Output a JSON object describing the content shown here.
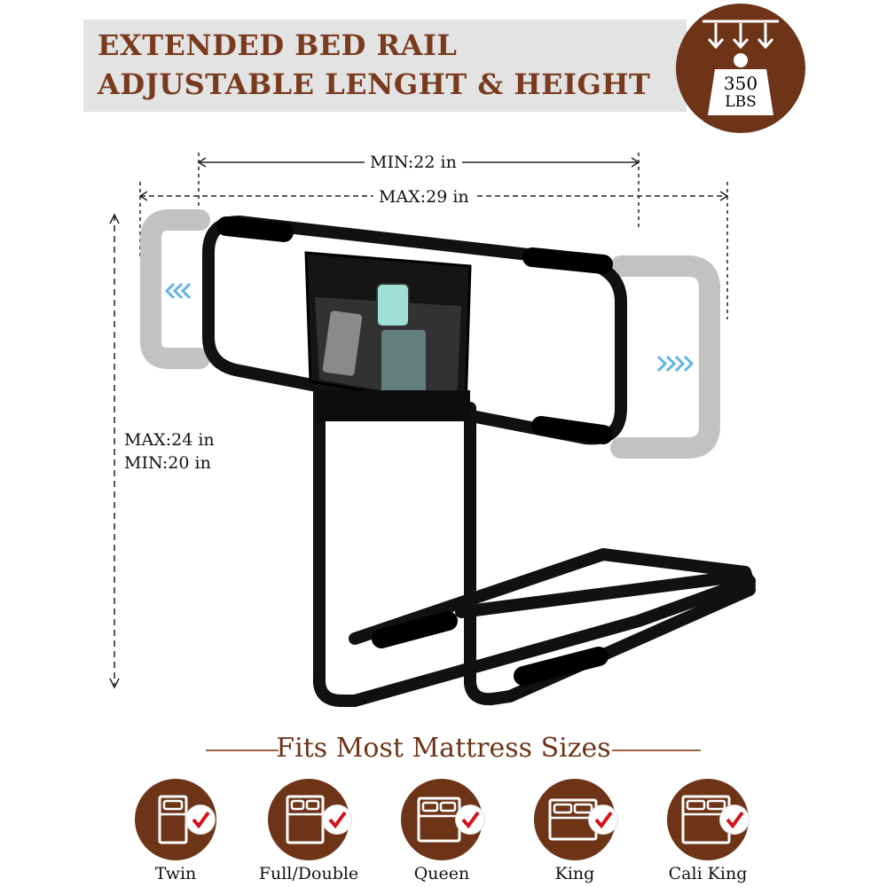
{
  "header": {
    "title_line1": "EXTENDED BED RAIL",
    "title_line2": "ADJUSTABLE LENGHT & HEIGHT"
  },
  "weight_badge": {
    "value": "350",
    "unit": "LBS",
    "icon": "weight-capacity-icon"
  },
  "dimensions": {
    "min_width": "MIN:22 in",
    "max_width": "MAX:29 in",
    "max_height": "MAX:24 in",
    "min_height": "MIN:20 in"
  },
  "fits": {
    "title": "Fits Most Mattress Sizes",
    "sizes": [
      {
        "label": "Twin",
        "icon": "twin-bed-icon"
      },
      {
        "label": "Full/Double",
        "icon": "full-bed-icon"
      },
      {
        "label": "Queen",
        "icon": "queen-bed-icon"
      },
      {
        "label": "King",
        "icon": "king-bed-icon"
      },
      {
        "label": "Cali King",
        "icon": "cali-king-bed-icon"
      }
    ]
  },
  "colors": {
    "brand_brown": "#6e3418",
    "title_brown": "#7a3a1e",
    "check_red": "#d4121a",
    "arrow_blue": "#5fb4e6"
  }
}
